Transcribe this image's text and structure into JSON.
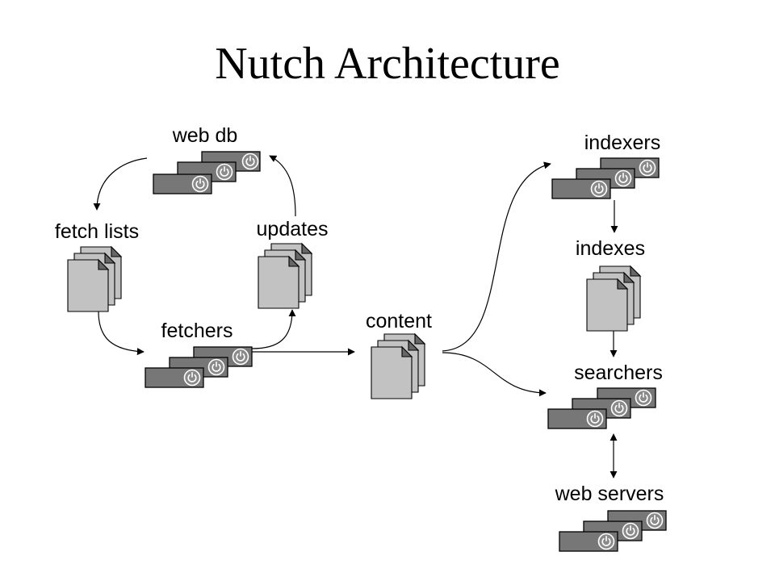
{
  "title": "Nutch Architecture",
  "nodes": {
    "web_db": "web db",
    "fetch_lists": "fetch lists",
    "updates": "updates",
    "fetchers": "fetchers",
    "content": "content",
    "indexers": "indexers",
    "indexes": "indexes",
    "searchers": "searchers",
    "web_servers": "web servers"
  },
  "icons": {
    "server": "server-rack-icon",
    "document": "document-stack-icon",
    "power": "power-icon"
  },
  "colors": {
    "server": "#777777",
    "page": "#c2c2c2",
    "fold": "#666666"
  }
}
